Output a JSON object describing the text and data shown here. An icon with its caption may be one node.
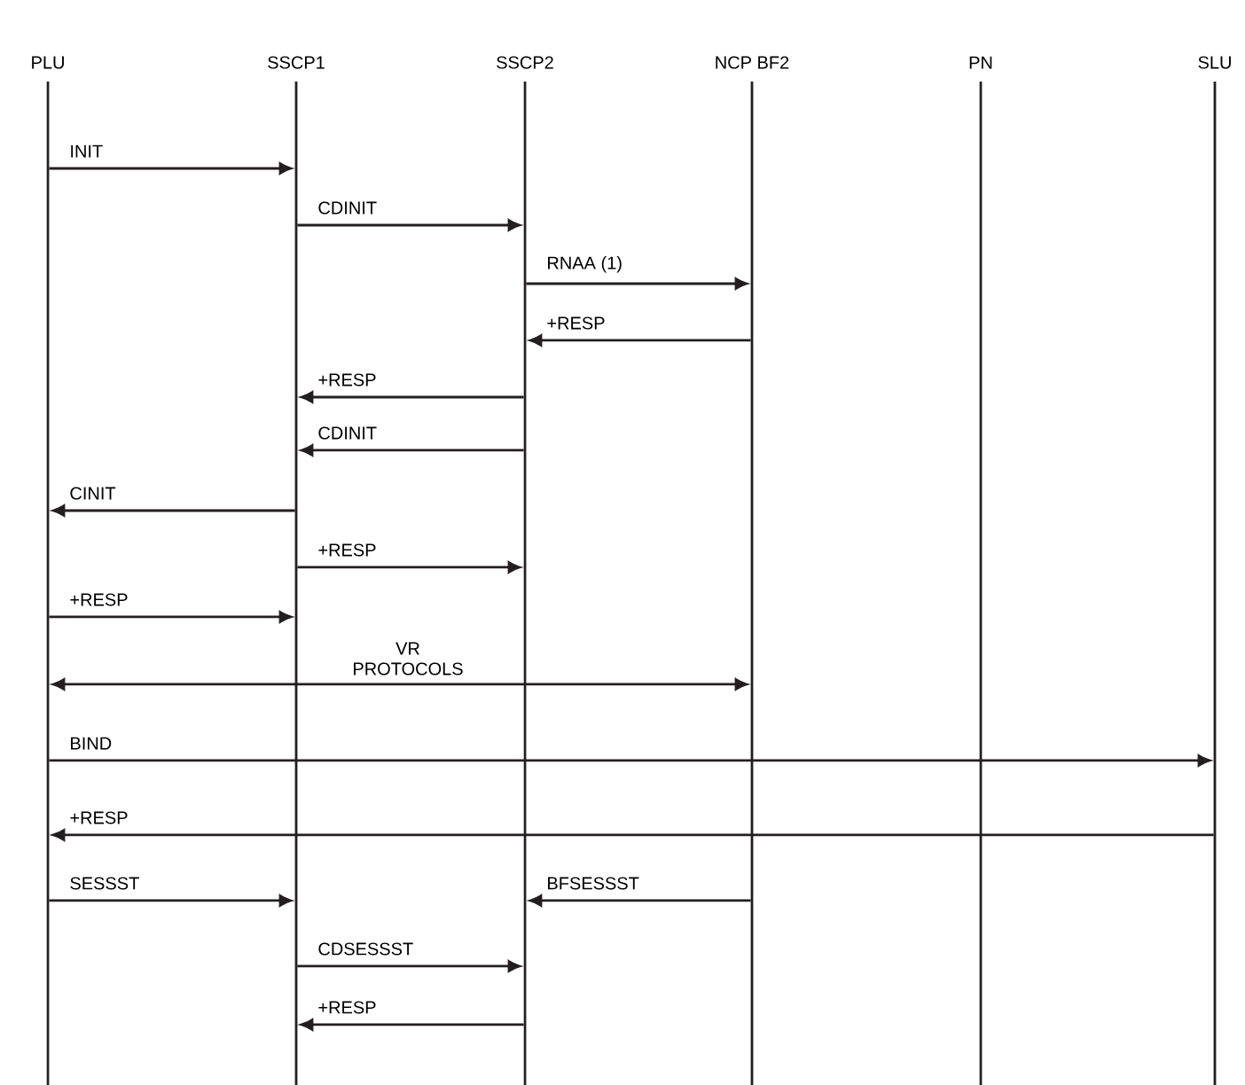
{
  "diagram": {
    "nodes": [
      {
        "text": [
          "PLU"
        ]
      },
      {
        "text": [
          "SSCP1"
        ]
      },
      {
        "text": [
          "SSCP2"
        ]
      },
      {
        "text": [
          "NCP BF2"
        ]
      },
      {
        "text": [
          "PN"
        ]
      },
      {
        "text": [
          "SLU"
        ]
      }
    ],
    "edges": [
      {
        "from": 0,
        "to": 1,
        "arrow": "to",
        "label": "INIT"
      },
      {
        "from": 1,
        "to": 2,
        "arrow": "to",
        "label": "CDINIT"
      },
      {
        "from": 2,
        "to": 3,
        "arrow": "to",
        "label": "RNAA (1)"
      },
      {
        "from": 3,
        "to": 2,
        "arrow": "to",
        "label": "+RESP"
      },
      {
        "from": 2,
        "to": 1,
        "arrow": "to",
        "label": "+RESP"
      },
      {
        "from": 2,
        "to": 1,
        "arrow": "to",
        "label": "CDINIT"
      },
      {
        "from": 1,
        "to": 0,
        "arrow": "to",
        "label": "CINIT"
      },
      {
        "from": 1,
        "to": 2,
        "arrow": "to",
        "label": "+RESP"
      },
      {
        "from": 0,
        "to": 1,
        "arrow": "to",
        "label": "+RESP"
      },
      {
        "from": 0,
        "to": 3,
        "arrow": "both",
        "label": "VR PROTOCOLS"
      },
      {
        "from": 0,
        "to": 5,
        "arrow": "to",
        "label": "BIND"
      },
      {
        "from": 5,
        "to": 0,
        "arrow": "to",
        "label": "+RESP"
      },
      {
        "from": 0,
        "to": 1,
        "arrow": "to",
        "label": "SESSST"
      },
      {
        "from": 3,
        "to": 2,
        "arrow": "to",
        "label": "BFSESSST"
      },
      {
        "from": 1,
        "to": 2,
        "arrow": "to",
        "label": "CDSESSST"
      },
      {
        "from": 2,
        "to": 1,
        "arrow": "to",
        "label": "+RESP"
      }
    ]
  }
}
